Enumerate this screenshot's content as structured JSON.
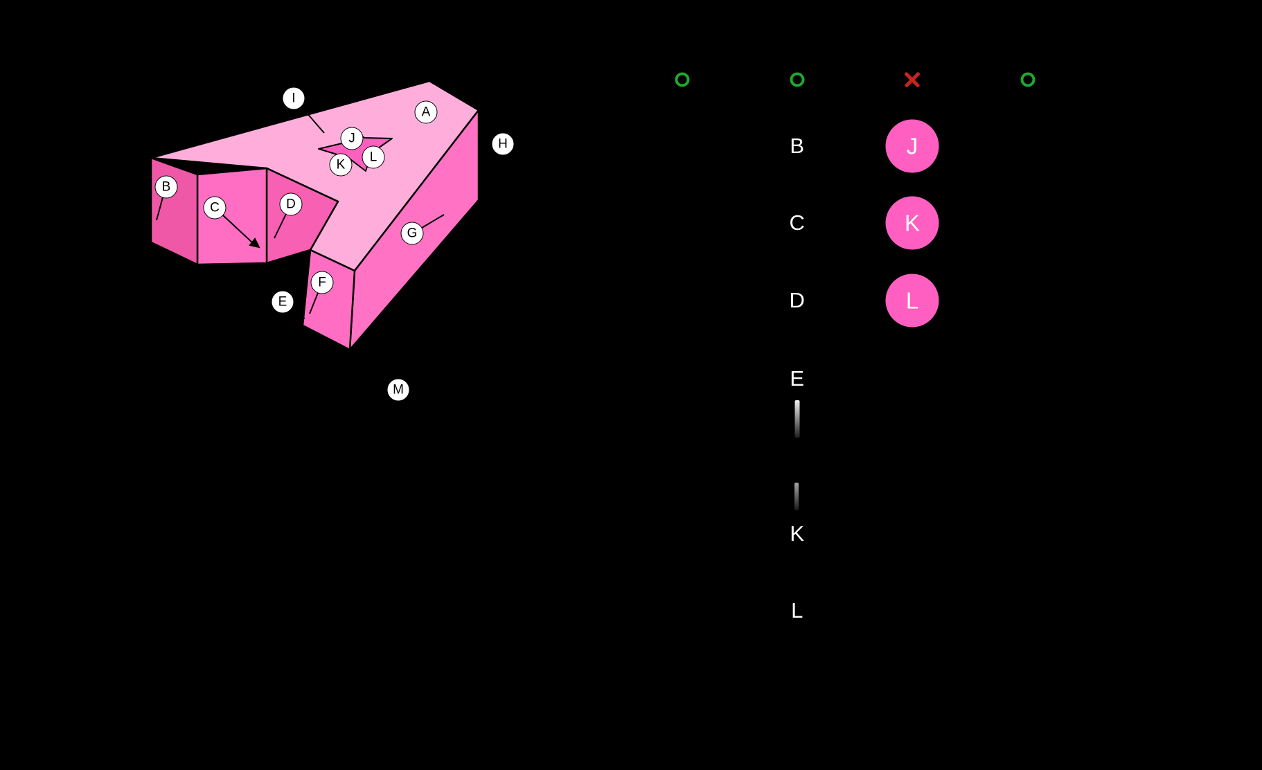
{
  "figure": {
    "badges": [
      {
        "label": "A"
      },
      {
        "label": "B"
      },
      {
        "label": "C"
      },
      {
        "label": "D"
      },
      {
        "label": "E"
      },
      {
        "label": "F"
      },
      {
        "label": "G"
      },
      {
        "label": "H"
      },
      {
        "label": "I"
      },
      {
        "label": "J"
      },
      {
        "label": "K"
      },
      {
        "label": "L"
      },
      {
        "label": "M"
      }
    ],
    "colors": {
      "top_face": "#FFAEDC",
      "front_faces": "#FF6EC2",
      "left_end_face": "#EF58A6",
      "notch_face": "#F860B4",
      "star_cutout": "#FF5FBE",
      "edge": "#000000"
    }
  },
  "panel": {
    "indicators": [
      {
        "kind": "correct-circle",
        "color": "#21A72E"
      },
      {
        "kind": "correct-circle",
        "color": "#21A72E"
      },
      {
        "kind": "incorrect-cross",
        "color": "#C4261D"
      },
      {
        "kind": "correct-circle",
        "color": "#21A72E"
      }
    ],
    "row_letters": [
      {
        "label": "B"
      },
      {
        "label": "C"
      },
      {
        "label": "D"
      },
      {
        "label": "E"
      },
      {
        "label": "K"
      },
      {
        "label": "L"
      }
    ],
    "tokens": [
      {
        "label": "J"
      },
      {
        "label": "K"
      },
      {
        "label": "L"
      }
    ],
    "token_color": "#FF5FC1"
  }
}
